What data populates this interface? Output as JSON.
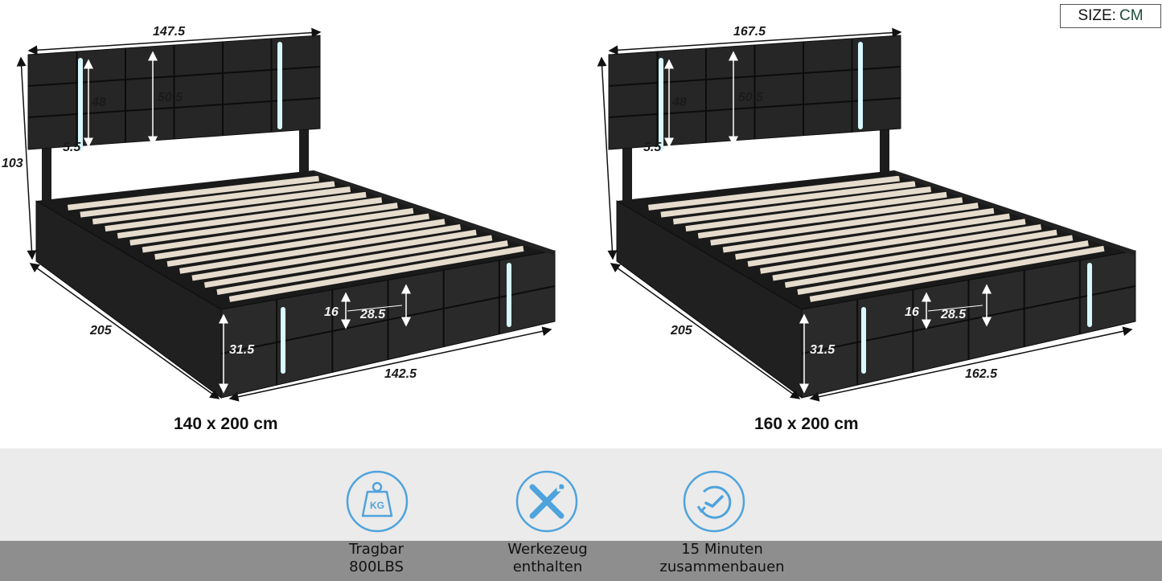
{
  "size_badge": {
    "label": "SIZE:",
    "unit": "CM"
  },
  "beds": [
    {
      "caption": "140 x 200 cm",
      "dims": {
        "headboard_width": "147.5",
        "total_height": "103",
        "headboard_panel_height": "48",
        "headboard_height": "50.5",
        "led_offset": "5.5",
        "length": "205",
        "frame_width": "142.5",
        "side_height": "31.5",
        "clearance": "16",
        "slat_height": "28.5"
      }
    },
    {
      "caption": "160 x 200 cm",
      "dims": {
        "headboard_width": "167.5",
        "total_height": "",
        "headboard_panel_height": "48",
        "headboard_height": "50.5",
        "led_offset": "5.5",
        "length": "205",
        "frame_width": "162.5",
        "side_height": "31.5",
        "clearance": "16",
        "slat_height": "28.5"
      }
    }
  ],
  "features": [
    {
      "icon": "kg-weight-icon",
      "line1": "Tragbar",
      "line2": "800LBS"
    },
    {
      "icon": "tools-icon",
      "line1": "Werkezeug",
      "line2": "enthalten"
    },
    {
      "icon": "clock-assembly-icon",
      "line1": "15 Minuten",
      "line2": "zusammenbauen"
    }
  ],
  "colors": {
    "accent": "#4fa3dc",
    "led": "#9ee8ff",
    "band": "#ebebeb",
    "band_dark": "#8e8e8e"
  }
}
